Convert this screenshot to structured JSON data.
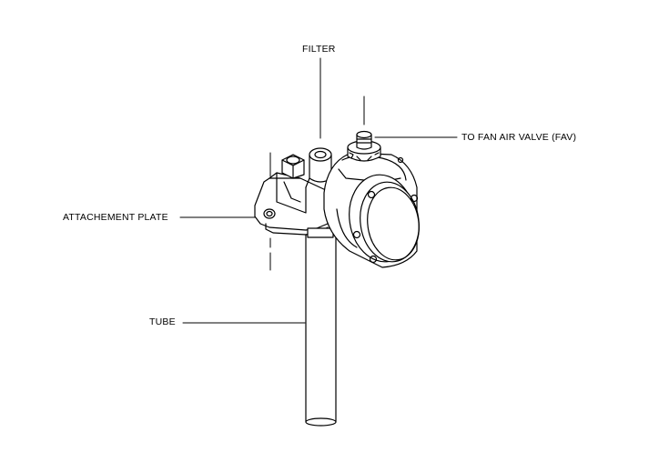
{
  "labels": {
    "filter": "FILTER",
    "to_fan_air_valve": "TO FAN AIR VALVE (FAV)",
    "attachement_plate": "ATTACHEMENT PLATE",
    "tube": "TUBE"
  },
  "colors": {
    "line": "#000000",
    "background": "#ffffff"
  }
}
